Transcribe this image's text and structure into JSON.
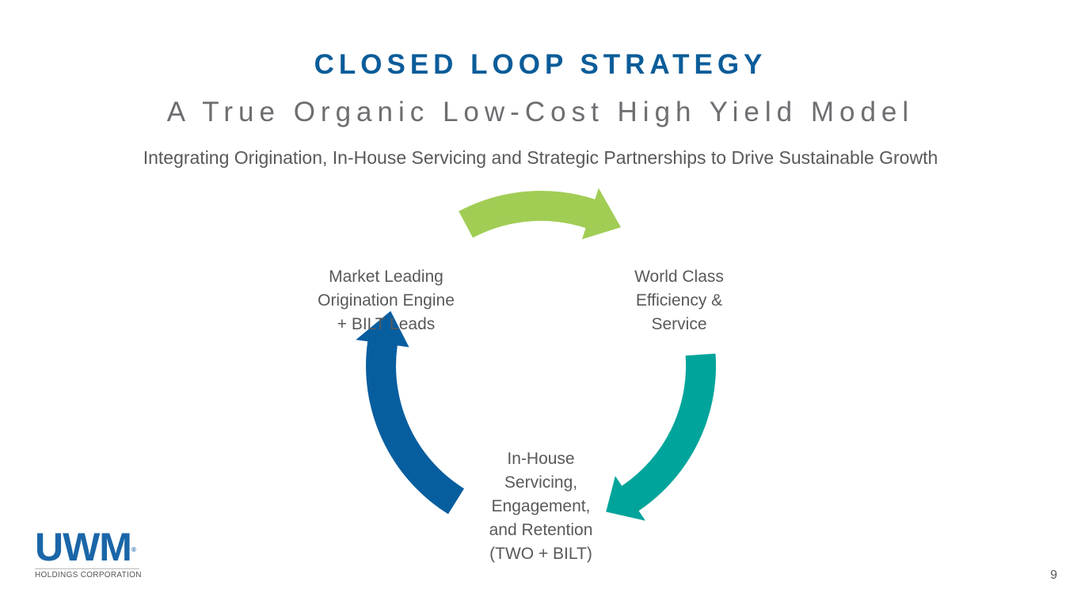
{
  "title": "CLOSED LOOP STRATEGY",
  "subtitle": "A True Organic Low-Cost High Yield Model",
  "tagline": "Integrating Origination, In-House Servicing and Strategic Partnerships to Drive Sustainable Growth",
  "nodes": {
    "origination": [
      "Market Leading",
      "Origination Engine",
      "+ BILT Leads"
    ],
    "efficiency": [
      "World Class",
      "Efficiency &",
      "Service"
    ],
    "servicing": [
      "In-House",
      "Servicing,",
      "Engagement,",
      "and Retention",
      "(TWO + BILT)"
    ]
  },
  "arrows": [
    {
      "name": "green-arrow",
      "color": "#a1cd55"
    },
    {
      "name": "teal-arrow",
      "color": "#00a49b"
    },
    {
      "name": "blue-arrow",
      "color": "#075e9f"
    }
  ],
  "logo": {
    "mark": "UWM",
    "registered": "®",
    "sub": "HOLDINGS CORPORATION"
  },
  "page_number": "9"
}
